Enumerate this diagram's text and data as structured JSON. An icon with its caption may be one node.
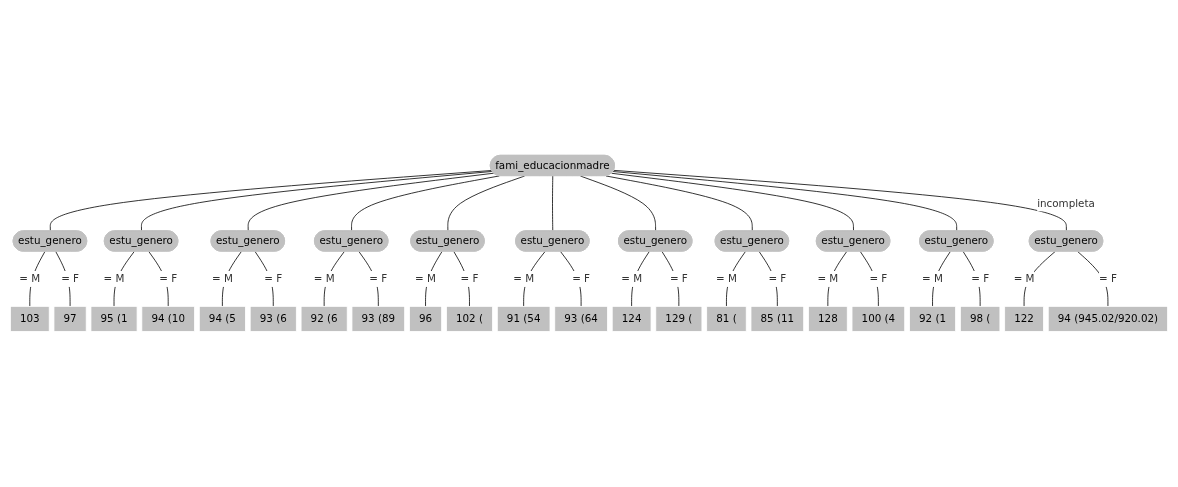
{
  "diagram": {
    "nodes": [
      {
        "text": [
          "fami_educacionmadre"
        ]
      },
      {
        "text": [
          "estu_genero"
        ]
      },
      {
        "text": [
          "estu_genero"
        ]
      },
      {
        "text": [
          "estu_genero"
        ]
      },
      {
        "text": [
          "estu_genero"
        ]
      },
      {
        "text": [
          "estu_genero"
        ]
      },
      {
        "text": [
          "estu_genero"
        ]
      },
      {
        "text": [
          "estu_genero"
        ]
      },
      {
        "text": [
          "estu_genero"
        ]
      },
      {
        "text": [
          "estu_genero"
        ]
      },
      {
        "text": [
          "estu_genero"
        ]
      },
      {
        "text": [
          "estu_genero"
        ]
      },
      {
        "text": [
          "103"
        ]
      },
      {
        "text": [
          "97"
        ]
      },
      {
        "text": [
          "95 (1"
        ]
      },
      {
        "text": [
          "94 (10"
        ]
      },
      {
        "text": [
          "94 (5"
        ]
      },
      {
        "text": [
          "93 (6"
        ]
      },
      {
        "text": [
          "92 (6"
        ]
      },
      {
        "text": [
          "93 (89"
        ]
      },
      {
        "text": [
          "96"
        ]
      },
      {
        "text": [
          "102 ("
        ]
      },
      {
        "text": [
          "91 (54"
        ]
      },
      {
        "text": [
          "93 (64"
        ]
      },
      {
        "text": [
          "124"
        ]
      },
      {
        "text": [
          "129 ("
        ]
      },
      {
        "text": [
          "81 ("
        ]
      },
      {
        "text": [
          "85 (11"
        ]
      },
      {
        "text": [
          "128"
        ]
      },
      {
        "text": [
          "100 (4"
        ]
      },
      {
        "text": [
          "92 (1"
        ]
      },
      {
        "text": [
          "98 ("
        ]
      },
      {
        "text": [
          "122"
        ]
      },
      {
        "text": [
          "94 (945.02/920.02)"
        ]
      }
    ],
    "edges": [
      {
        "from": 0,
        "to": 1,
        "arrow": "none"
      },
      {
        "from": 0,
        "to": 2,
        "arrow": "none"
      },
      {
        "from": 0,
        "to": 3,
        "arrow": "none"
      },
      {
        "from": 0,
        "to": 4,
        "arrow": "none"
      },
      {
        "from": 0,
        "to": 5,
        "arrow": "none"
      },
      {
        "from": 0,
        "to": 6,
        "arrow": "none"
      },
      {
        "from": 0,
        "to": 7,
        "arrow": "none"
      },
      {
        "from": 0,
        "to": 8,
        "arrow": "none"
      },
      {
        "from": 0,
        "to": 9,
        "arrow": "none"
      },
      {
        "from": 0,
        "to": 10,
        "arrow": "none"
      },
      {
        "from": 0,
        "to": 11,
        "arrow": "none",
        "label": "incompleta"
      },
      {
        "from": 1,
        "to": 12,
        "arrow": "none",
        "label": "= M"
      },
      {
        "from": 1,
        "to": 13,
        "arrow": "none",
        "label": "= F"
      },
      {
        "from": 2,
        "to": 14,
        "arrow": "none",
        "label": "= M"
      },
      {
        "from": 2,
        "to": 15,
        "arrow": "none",
        "label": "= F"
      },
      {
        "from": 3,
        "to": 16,
        "arrow": "none",
        "label": "= M"
      },
      {
        "from": 3,
        "to": 17,
        "arrow": "none",
        "label": "= F"
      },
      {
        "from": 4,
        "to": 18,
        "arrow": "none",
        "label": "= M"
      },
      {
        "from": 4,
        "to": 19,
        "arrow": "none",
        "label": "= F"
      },
      {
        "from": 5,
        "to": 20,
        "arrow": "none",
        "label": "= M"
      },
      {
        "from": 5,
        "to": 21,
        "arrow": "none",
        "label": "= F"
      },
      {
        "from": 6,
        "to": 22,
        "arrow": "none",
        "label": "= M"
      },
      {
        "from": 6,
        "to": 23,
        "arrow": "none",
        "label": "= F"
      },
      {
        "from": 7,
        "to": 24,
        "arrow": "none",
        "label": "= M"
      },
      {
        "from": 7,
        "to": 25,
        "arrow": "none",
        "label": "= F"
      },
      {
        "from": 8,
        "to": 26,
        "arrow": "none",
        "label": "= M"
      },
      {
        "from": 8,
        "to": 27,
        "arrow": "none",
        "label": "= F"
      },
      {
        "from": 9,
        "to": 28,
        "arrow": "none",
        "label": "= M"
      },
      {
        "from": 9,
        "to": 29,
        "arrow": "none",
        "label": "= F"
      },
      {
        "from": 10,
        "to": 30,
        "arrow": "none",
        "label": "= M"
      },
      {
        "from": 10,
        "to": 31,
        "arrow": "none",
        "label": "= F"
      },
      {
        "from": 11,
        "to": 32,
        "arrow": "none",
        "label": "= M"
      },
      {
        "from": 11,
        "to": 33,
        "arrow": "none",
        "label": "= F"
      }
    ]
  }
}
